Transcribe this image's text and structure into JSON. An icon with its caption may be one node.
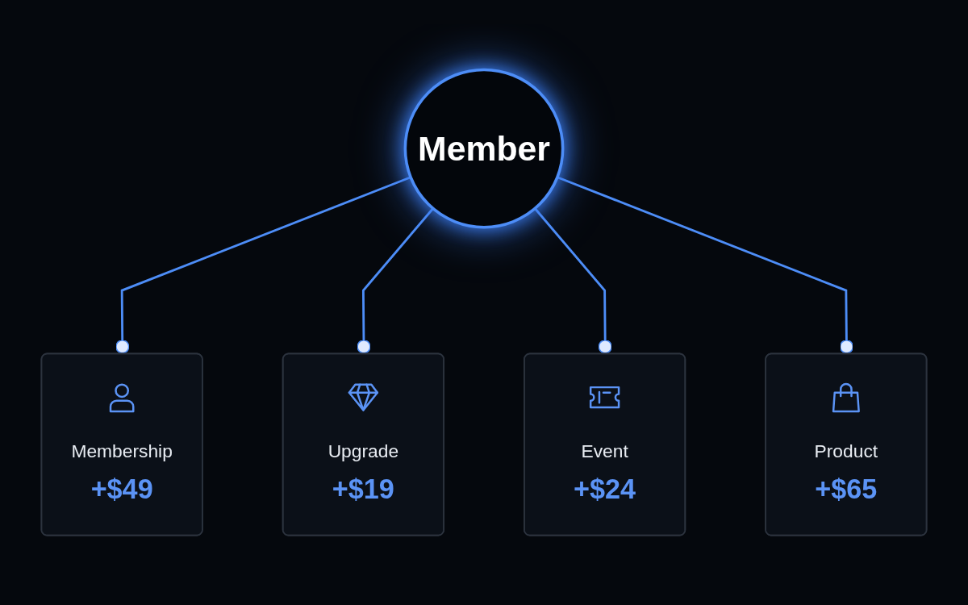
{
  "diagram": {
    "nodes": [
      {
        "text": [
          "Membership",
          "+$49"
        ]
      },
      {
        "text": [
          "Upgrade",
          "+$19"
        ]
      },
      {
        "text": [
          "Member"
        ]
      },
      {
        "text": [
          "Event",
          "+$24"
        ]
      },
      {
        "text": [
          "Product",
          "+$65"
        ]
      }
    ],
    "edges": [
      {
        "from": 2,
        "to": 0,
        "arrow": "other"
      },
      {
        "from": 2,
        "to": 1,
        "arrow": "other"
      },
      {
        "from": 2,
        "to": 3,
        "arrow": "other"
      },
      {
        "from": 2,
        "to": 4,
        "arrow": "other"
      }
    ]
  }
}
